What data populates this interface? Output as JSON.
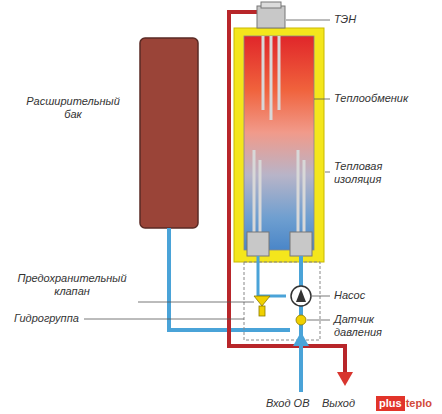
{
  "diagram": {
    "labels": [
      "ТЭН",
      "Теплообменик",
      "Тепловая изоляция",
      "Расширительный бак",
      "Предохранительный клапан",
      "Гидрогруппа",
      "Насос",
      "Датчик давления",
      "Вход ОВ",
      "Выход",
      "plus",
      "teplo"
    ]
  }
}
